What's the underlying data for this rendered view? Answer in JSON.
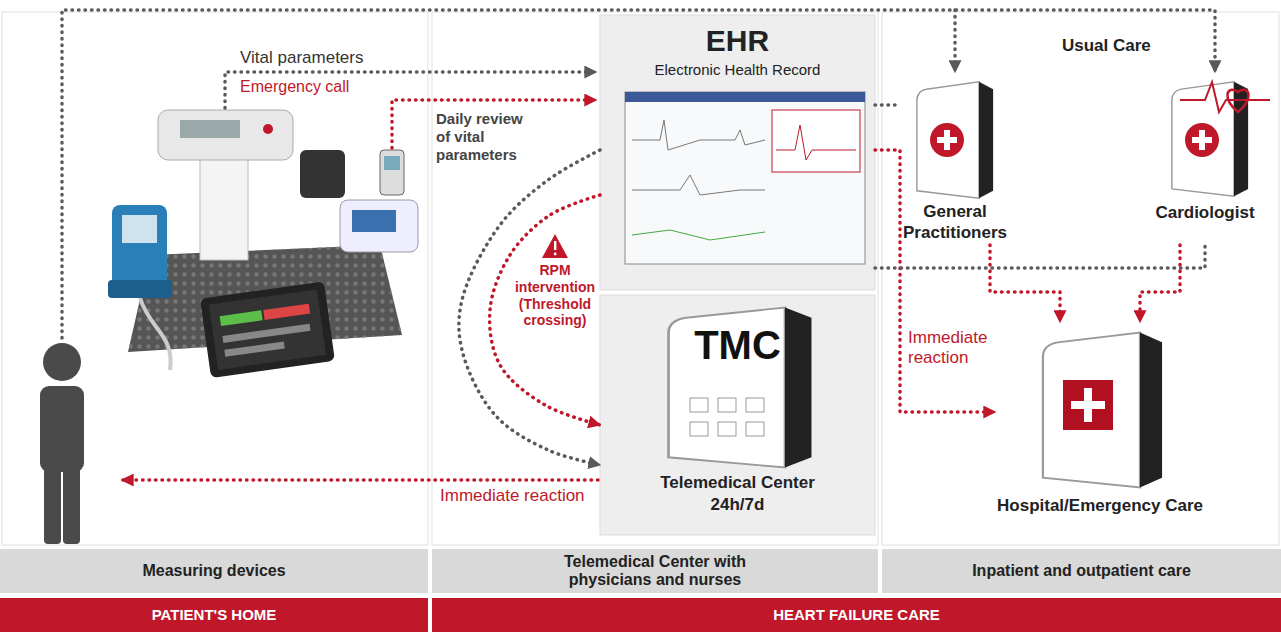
{
  "diagram": {
    "nodes": [
      {
        "text": [
          "EHR",
          "Electronic Health Record"
        ]
      },
      {
        "text": [
          "TMC",
          "Telemedical Center",
          "24h/7d"
        ]
      },
      {
        "text": [
          "General Practitioners"
        ]
      },
      {
        "text": [
          "Cardiologist"
        ]
      },
      {
        "text": [
          "Hospital/Emergency Care"
        ]
      },
      {
        "text": [
          "Measuring devices"
        ]
      },
      {
        "text": [
          "Telemedical Center with physicians and nurses"
        ]
      },
      {
        "text": [
          "Inpatient and outpatient care"
        ]
      },
      {
        "text": [
          "PATIENT'S HOME"
        ]
      },
      {
        "text": [
          "HEART FAILURE CARE"
        ]
      }
    ],
    "edges": [
      {
        "from": 0,
        "to": 1,
        "arrow": "to",
        "label": "Daily review of vital parameters"
      },
      {
        "from": 0,
        "to": 1,
        "arrow": "to",
        "label": "RPM intervention (Threshold crossing)"
      },
      {
        "from": 0,
        "to": 4,
        "arrow": "to",
        "label": "Immediate reaction"
      },
      {
        "from": 0,
        "to": 2,
        "arrow": "none"
      },
      {
        "from": 0,
        "to": 3,
        "arrow": "none"
      },
      {
        "from": 2,
        "to": 4,
        "arrow": "to"
      },
      {
        "from": 3,
        "to": 4,
        "arrow": "to"
      }
    ],
    "labels": [
      "Vital parameters",
      "Emergency call",
      "Immediate reaction",
      "Usual Care"
    ]
  }
}
